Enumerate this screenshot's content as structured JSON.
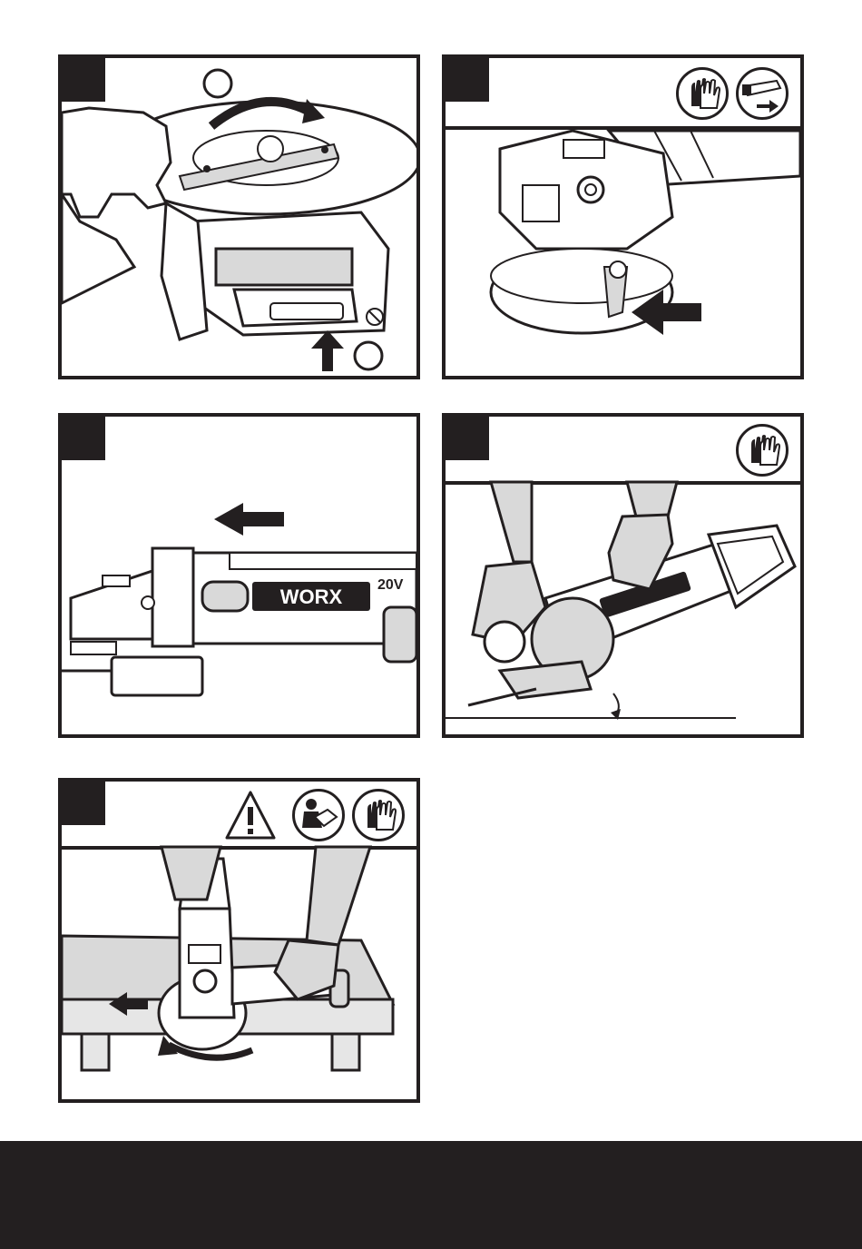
{
  "page": {
    "title": ""
  },
  "figures": [
    {
      "id": "fig-1",
      "number": "",
      "callouts": [
        "",
        ""
      ],
      "icons": []
    },
    {
      "id": "fig-2",
      "number": "",
      "icons": [
        "gloves-icon",
        "unplug-battery-icon"
      ]
    },
    {
      "id": "fig-3",
      "number": "",
      "brand_text": "WORX",
      "voltage_text": "20V",
      "icons": []
    },
    {
      "id": "fig-4",
      "number": "",
      "icons": [
        "gloves-icon"
      ]
    },
    {
      "id": "fig-5",
      "number": "",
      "icons": [
        "warning-icon",
        "read-manual-icon",
        "gloves-icon"
      ]
    }
  ],
  "footer": {
    "text": ""
  },
  "colors": {
    "ink": "#231f20",
    "panel_bg": "#ffffff",
    "grey_fill": "#d9d9d9",
    "footer_bg": "#231f20"
  }
}
